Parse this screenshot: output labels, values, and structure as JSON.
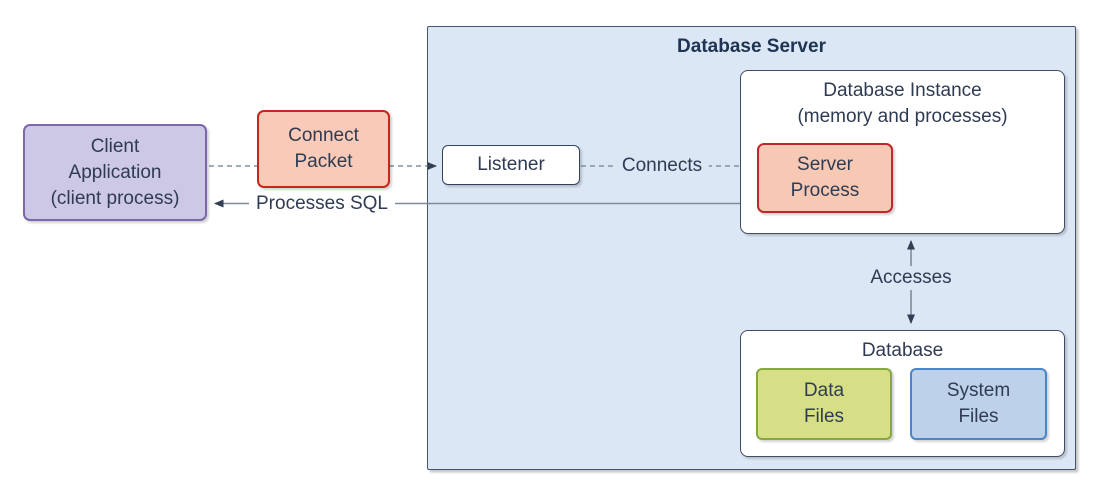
{
  "diagram": {
    "server_group": {
      "title": "Database Server",
      "fill": "#dbe7f4",
      "border": "#44546a"
    },
    "nodes": {
      "client_app": {
        "lines": [
          "Client",
          "Application",
          "(client process)"
        ],
        "fill": "#cdc8e6",
        "border": "#7b68a8"
      },
      "connect_packet": {
        "lines": [
          "Connect",
          "Packet"
        ],
        "fill": "#f8cab7",
        "border": "#c9251f"
      },
      "listener": {
        "label": "Listener",
        "fill": "#ffffff",
        "border": "#33415c"
      },
      "database_instance": {
        "title_lines": [
          "Database Instance",
          "(memory and processes)"
        ],
        "fill": "#ffffff",
        "border": "#3f4c66"
      },
      "server_process": {
        "lines": [
          "Server",
          "Process"
        ],
        "fill": "#f7c9b5",
        "border": "#c0262c"
      },
      "database": {
        "title": "Database",
        "fill": "#ffffff",
        "border": "#3f4c66"
      },
      "data_files": {
        "lines": [
          "Data",
          "Files"
        ],
        "fill": "#d6df86",
        "border": "#84a73f"
      },
      "system_files": {
        "lines": [
          "System",
          "Files"
        ],
        "fill": "#bdd1ea",
        "border": "#4a86c5"
      }
    },
    "edges": {
      "connects": {
        "label": "Connects"
      },
      "processes_sql": {
        "label": "Processes SQL"
      },
      "accesses": {
        "label": "Accesses"
      },
      "line_color": "#8492a2",
      "solid_line_color": "#7d8b9b",
      "arrow_color": "#333f54"
    },
    "text_color": "#2f3b52"
  }
}
